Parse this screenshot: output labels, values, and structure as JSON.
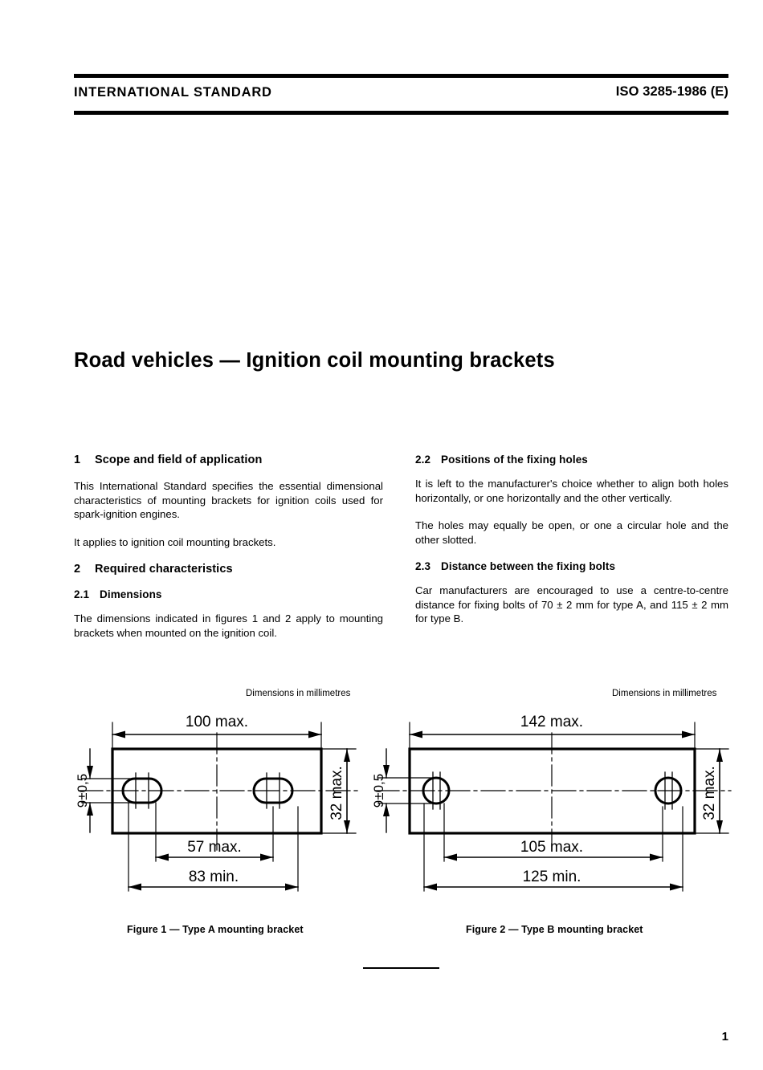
{
  "header": {
    "left_label": "INTERNATIONAL STANDARD",
    "right_label": "ISO 3285-1986 (E)"
  },
  "title": "Road vehicles — Ignition coil mounting brackets",
  "sections": {
    "s1": {
      "number": "1",
      "heading": "Scope and field of application",
      "p1": "This International Standard specifies the essential dimensional characteristics of mounting brackets for ignition coils used for spark-ignition engines.",
      "p2": "It applies to ignition coil mounting brackets."
    },
    "s2": {
      "number": "2",
      "heading": "Required characteristics"
    },
    "s21": {
      "number": "2.1",
      "heading": "Dimensions",
      "p1": "The dimensions indicated in figures 1 and 2 apply to mounting brackets when mounted on the ignition coil."
    },
    "s22": {
      "number": "2.2",
      "heading": "Positions of the fixing holes",
      "p1": "It is left to the manufacturer's choice whether to align both holes horizontally, or one horizontally and the other vertically.",
      "p2": "The holes may equally be open, or one a circular hole and the other slotted."
    },
    "s23": {
      "number": "2.3",
      "heading": "Distance between the fixing bolts",
      "p1": "Car manufacturers are encouraged to use a centre-to-centre distance for fixing bolts of 70 ± 2 mm for type A, and 115 ± 2 mm for type B."
    }
  },
  "figure1": {
    "units_note": "Dimensions in millimetres",
    "caption": "Figure 1 — Type A mounting bracket",
    "dim_overall_length": "100 max.",
    "dim_edge_distance": "9±0,5",
    "dim_height": "32 max.",
    "dim_inner_span": "57 max.",
    "dim_outer_span": "83 min.",
    "hole_type": "slotted"
  },
  "figure2": {
    "units_note": "Dimensions in millimetres",
    "caption": "Figure 2 — Type B mounting bracket",
    "dim_overall_length": "142 max.",
    "dim_edge_distance": "9±0,5",
    "dim_height": "32 max.",
    "dim_inner_span": "105 max.",
    "dim_outer_span": "125 min.",
    "hole_type": "circular"
  },
  "footer": {
    "page_number": "1"
  }
}
